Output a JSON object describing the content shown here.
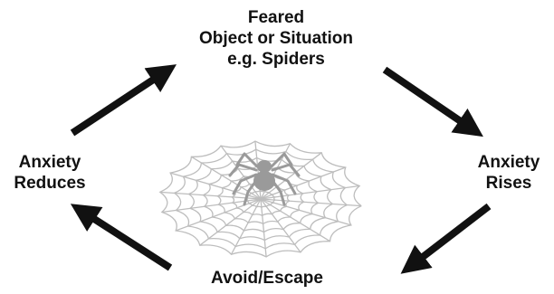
{
  "cycle": {
    "top": {
      "line1": "Feared",
      "line2": "Object or Situation",
      "line3": "e.g. Spiders"
    },
    "right": {
      "line1": "Anxiety",
      "line2": "Rises"
    },
    "bottom": {
      "line1": "Avoid/Escape"
    },
    "left": {
      "line1": "Anxiety",
      "line2": "Reduces"
    }
  },
  "illustration": {
    "icon": "spider-web-icon",
    "subject": "spider-icon"
  },
  "colors": {
    "text": "#111111",
    "arrow": "#111111",
    "web": "#bdbdbd",
    "spider": "#9a9a9a"
  }
}
